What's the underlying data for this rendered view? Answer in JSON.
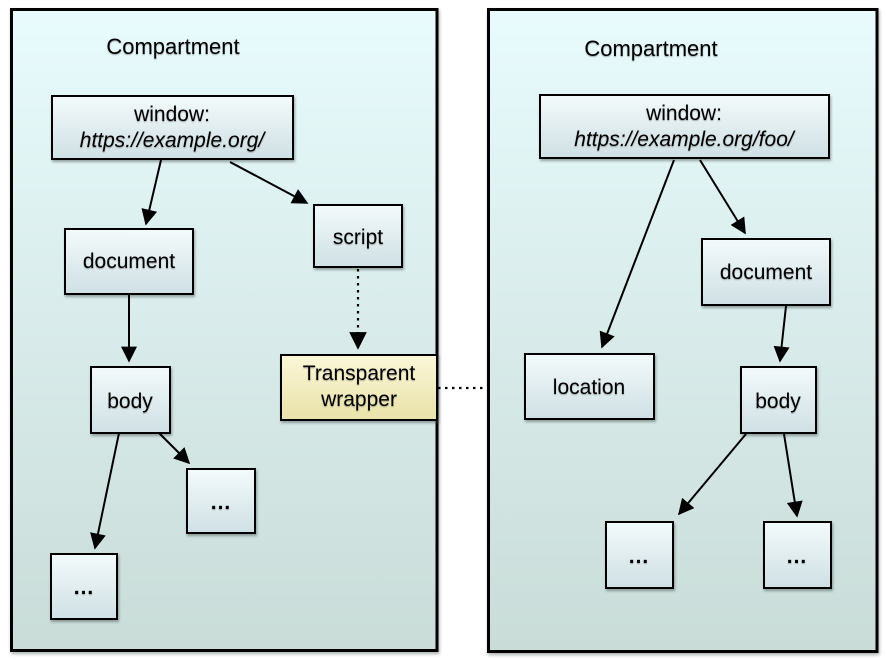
{
  "colors": {
    "background": "#ffffff",
    "panel_fill_top": "#e8fbfd",
    "panel_fill_bottom": "#c9dcd8",
    "node_fill_top": "#f3fafb",
    "node_fill_bottom": "#cfe0e4",
    "wrapper_fill_top": "#fbf7d8",
    "wrapper_fill_bottom": "#e9e2a9",
    "border": "#000000"
  },
  "left_compartment": {
    "title": "Compartment",
    "window_node": {
      "line1": "window:",
      "line2": "https://example.org/"
    },
    "document_node": "document",
    "script_node": "script",
    "body_node": "body",
    "child_node_1": "...",
    "child_node_2": "...",
    "wrapper_node": {
      "line1": "Transparent",
      "line2": "wrapper"
    }
  },
  "right_compartment": {
    "title": "Compartment",
    "window_node": {
      "line1": "window:",
      "line2": "https://example.org/foo/"
    },
    "location_node": "location",
    "document_node": "document",
    "body_node": "body",
    "child_node_1": "...",
    "child_node_2": "..."
  }
}
